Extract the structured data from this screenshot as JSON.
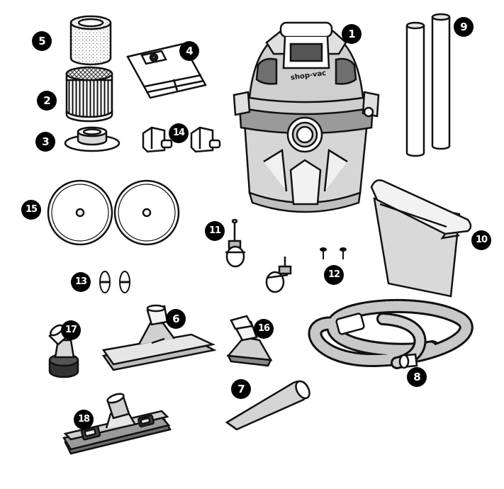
{
  "diagram": {
    "brand_label": "shop-vac",
    "parts": [
      {
        "id": "vacuum-unit",
        "number": "1"
      },
      {
        "id": "cartridge-filter",
        "number": "2"
      },
      {
        "id": "filter-base",
        "number": "3"
      },
      {
        "id": "collection-bag",
        "number": "4"
      },
      {
        "id": "foam-sleeve",
        "number": "5"
      },
      {
        "id": "floor-nozzle",
        "number": "6"
      },
      {
        "id": "crevice-tool",
        "number": "7"
      },
      {
        "id": "hose",
        "number": "8"
      },
      {
        "id": "extension-wands",
        "number": "9"
      },
      {
        "id": "accessory-caddy",
        "number": "10"
      },
      {
        "id": "casters",
        "number": "11"
      },
      {
        "id": "screws",
        "number": "12"
      },
      {
        "id": "caddy-fasteners",
        "number": "13"
      },
      {
        "id": "caddy-clips",
        "number": "14"
      },
      {
        "id": "disc-filters",
        "number": "15"
      },
      {
        "id": "utility-nozzle",
        "number": "16"
      },
      {
        "id": "round-brush",
        "number": "17"
      },
      {
        "id": "wet-dry-floor-tool",
        "number": "18"
      }
    ]
  }
}
